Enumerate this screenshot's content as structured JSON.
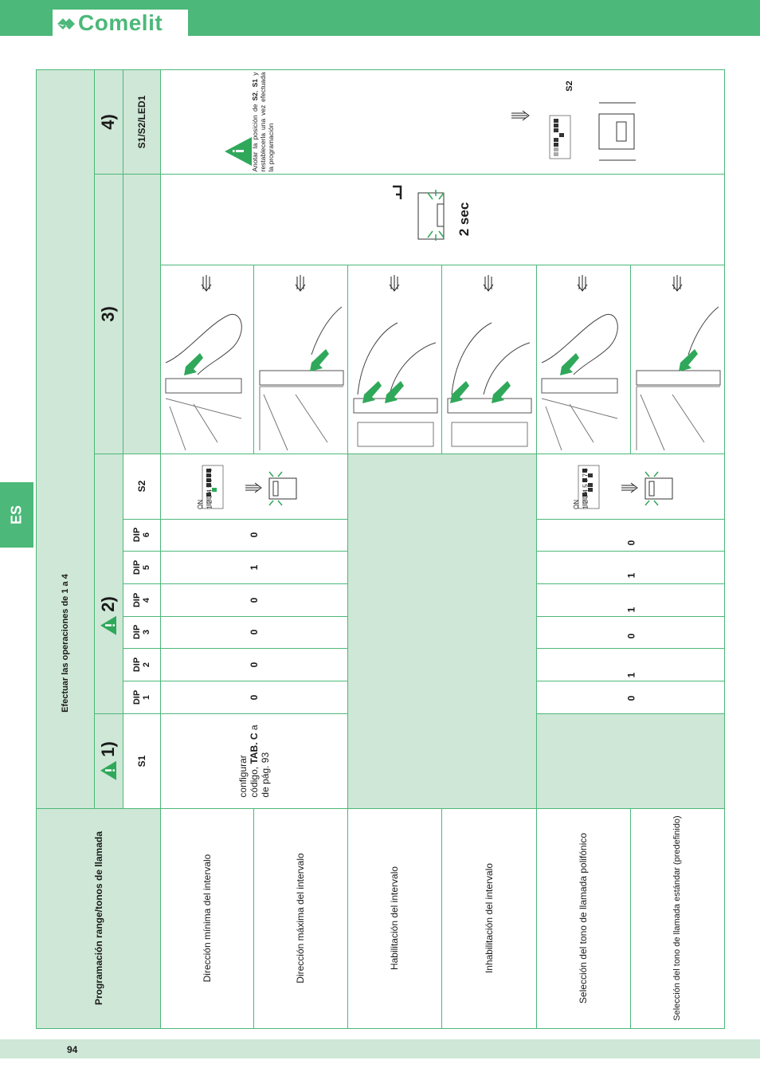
{
  "brand": {
    "name": "Comelit"
  },
  "side_tab": "ES",
  "page_number": "94",
  "headers": {
    "row_title": "Programación range/tonos de llamada",
    "section_title": "Efectuar las operaciones de 1 a 4",
    "step1": "1)",
    "step2": "2)",
    "step3": "3)",
    "step4": "4)",
    "s1": "S1",
    "s2": "S2",
    "s1s2led1": "S1/S2/LED1",
    "dip1": "DIP\n1",
    "dip2": "DIP\n2",
    "dip3": "DIP\n3",
    "dip4": "DIP\n4",
    "dip5": "DIP\n5",
    "dip6": "DIP\n6"
  },
  "s1_note": {
    "line1": "configurar",
    "line2a": "código, ",
    "line2b": "TAB. C",
    "line2c": " a",
    "line3": "de pág. 93"
  },
  "rows": [
    {
      "desc": "Dirección mínima del intervalo"
    },
    {
      "desc": "Dirección máxima del intervalo"
    },
    {
      "desc": "Habilitación del intervalo"
    },
    {
      "desc": "Inhabilitación del intervalo"
    },
    {
      "desc": "Selección del tono de llamada polifónico"
    },
    {
      "desc": "Selección del tono de llamada estándar (predefinido)"
    }
  ],
  "dip_group1": [
    "0",
    "0",
    "0",
    "0",
    "1",
    "0"
  ],
  "dip_group2": [
    "0",
    "1",
    "0",
    "1",
    "1",
    "0"
  ],
  "dip_labels": {
    "on": "ON",
    "digits": "1 2 3 4 5 6 7 8"
  },
  "timing": "2 sec",
  "note4": {
    "text_a": "Anotar la posición de ",
    "b1": "S2",
    "text_b": ", ",
    "b2": "S1",
    "text_c": " y restablecerla una vez efectuada la programación"
  },
  "s2_label": "S2",
  "colors": {
    "brand_green": "#4cb879",
    "light_green": "#cfe7d6"
  }
}
